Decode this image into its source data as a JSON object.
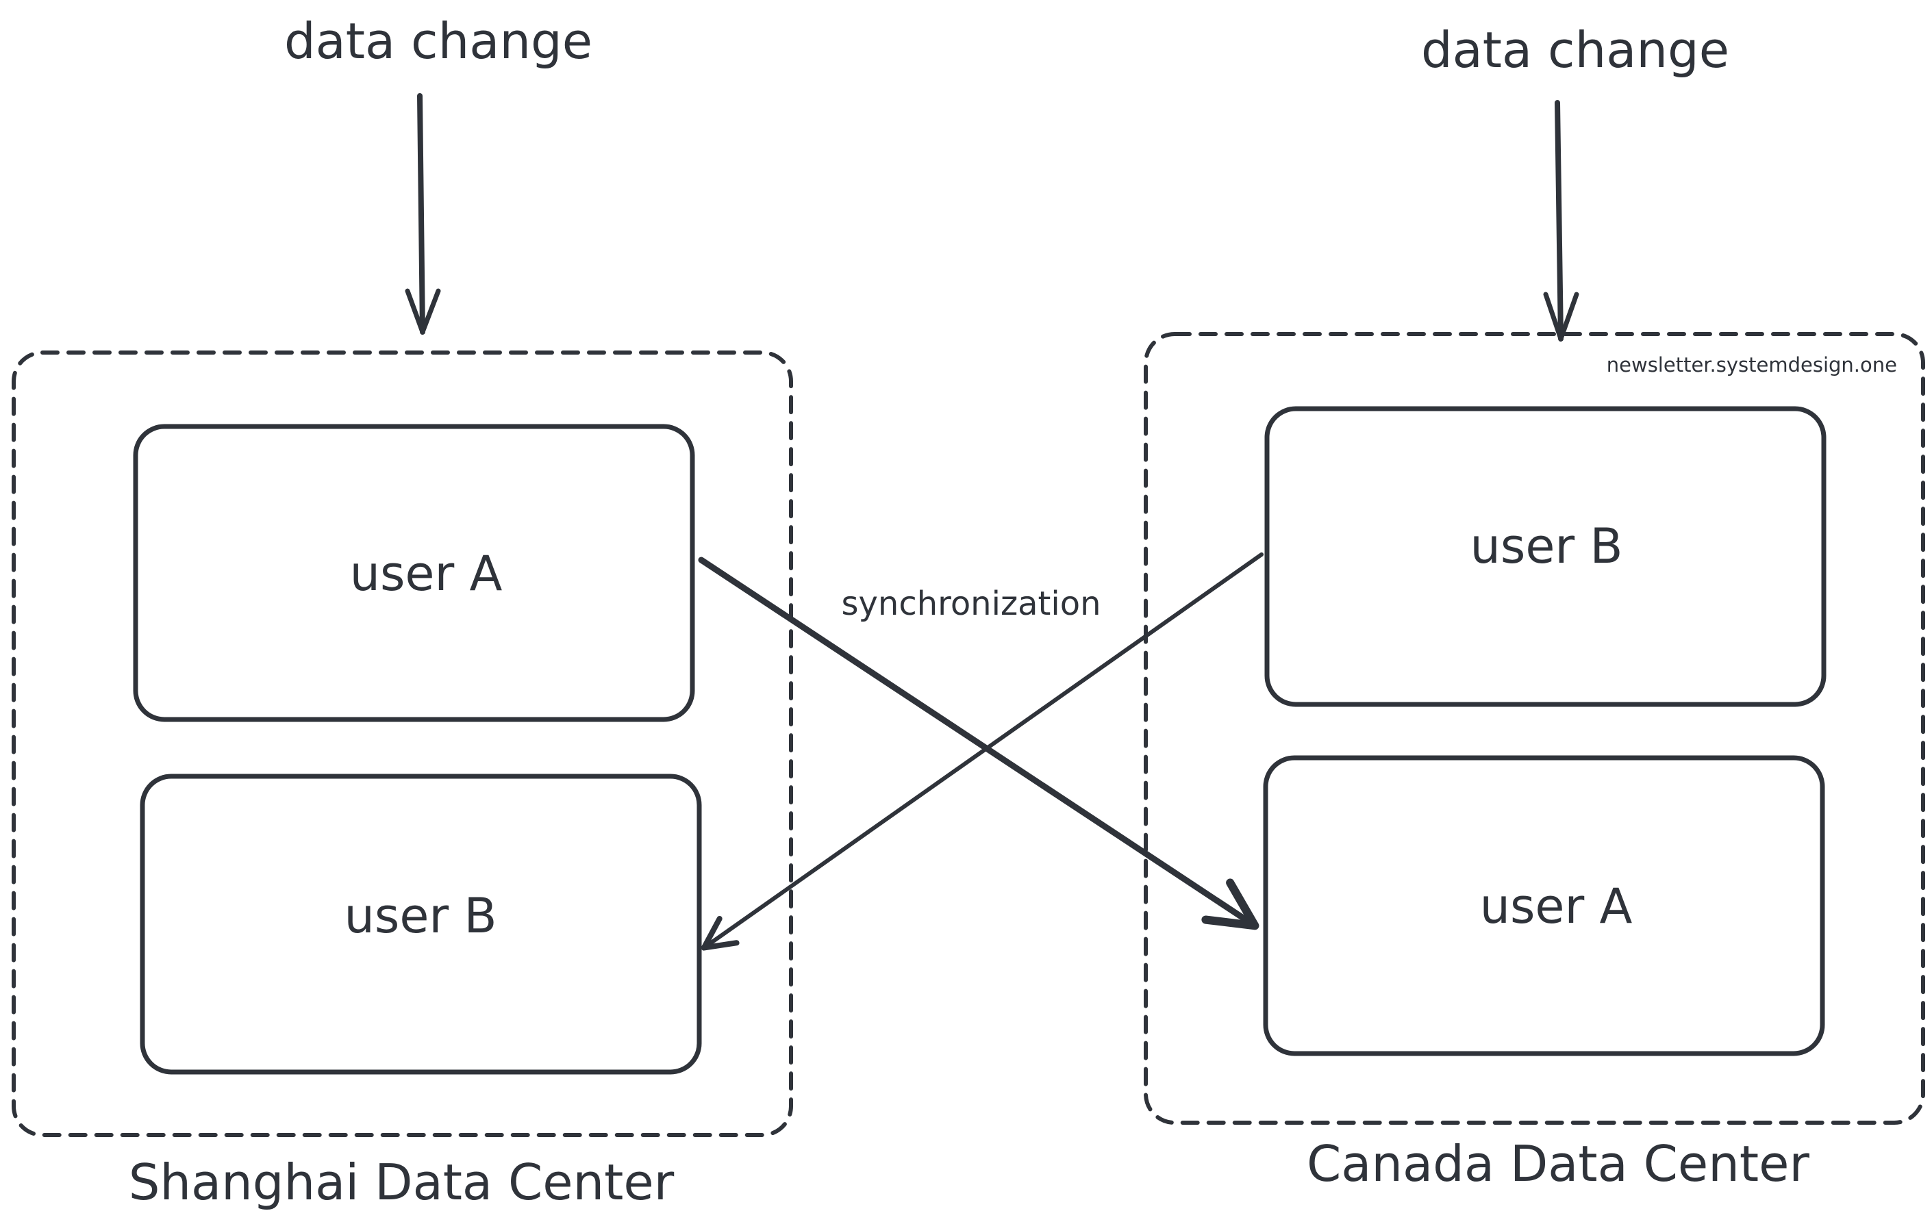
{
  "diagram": {
    "left_input": "data change",
    "right_input": "data change",
    "sync_label": "synchronization",
    "watermark": "newsletter.systemdesign.one",
    "shanghai": {
      "name": "Shanghai Data Center",
      "top_box": "user A",
      "bottom_box": "user B"
    },
    "canada": {
      "name": "Canada Data Center",
      "top_box": "user B",
      "bottom_box": "user A"
    }
  },
  "colors": {
    "user_a_fill": "#b2f2bb",
    "user_b_fill": "#a5d8ff",
    "ink": "#2f333a"
  }
}
